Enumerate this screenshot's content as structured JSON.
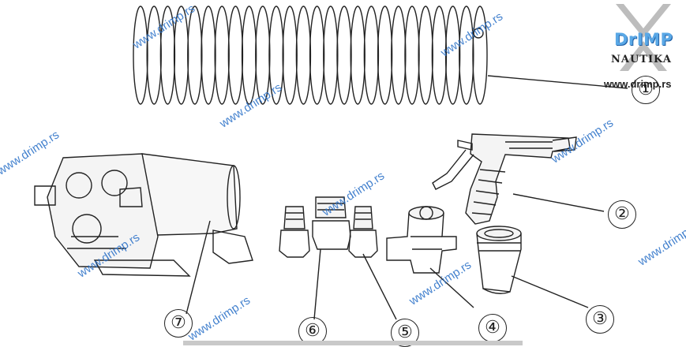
{
  "logo": {
    "brand": "DrIMP",
    "sub": "NAUTIKA",
    "url": "www.drimp.rs"
  },
  "watermark_text": "www.drimp.rs",
  "callouts": [
    {
      "id": "1",
      "label": "①"
    },
    {
      "id": "2",
      "label": "②"
    },
    {
      "id": "3",
      "label": "③"
    },
    {
      "id": "4",
      "label": "④"
    },
    {
      "id": "5",
      "label": "⑤"
    },
    {
      "id": "6",
      "label": "⑥"
    },
    {
      "id": "7",
      "label": "⑦"
    }
  ],
  "colors": {
    "line": "#222222",
    "watermark": "#2f74c9",
    "logo_accent": "#5aa8e6"
  }
}
